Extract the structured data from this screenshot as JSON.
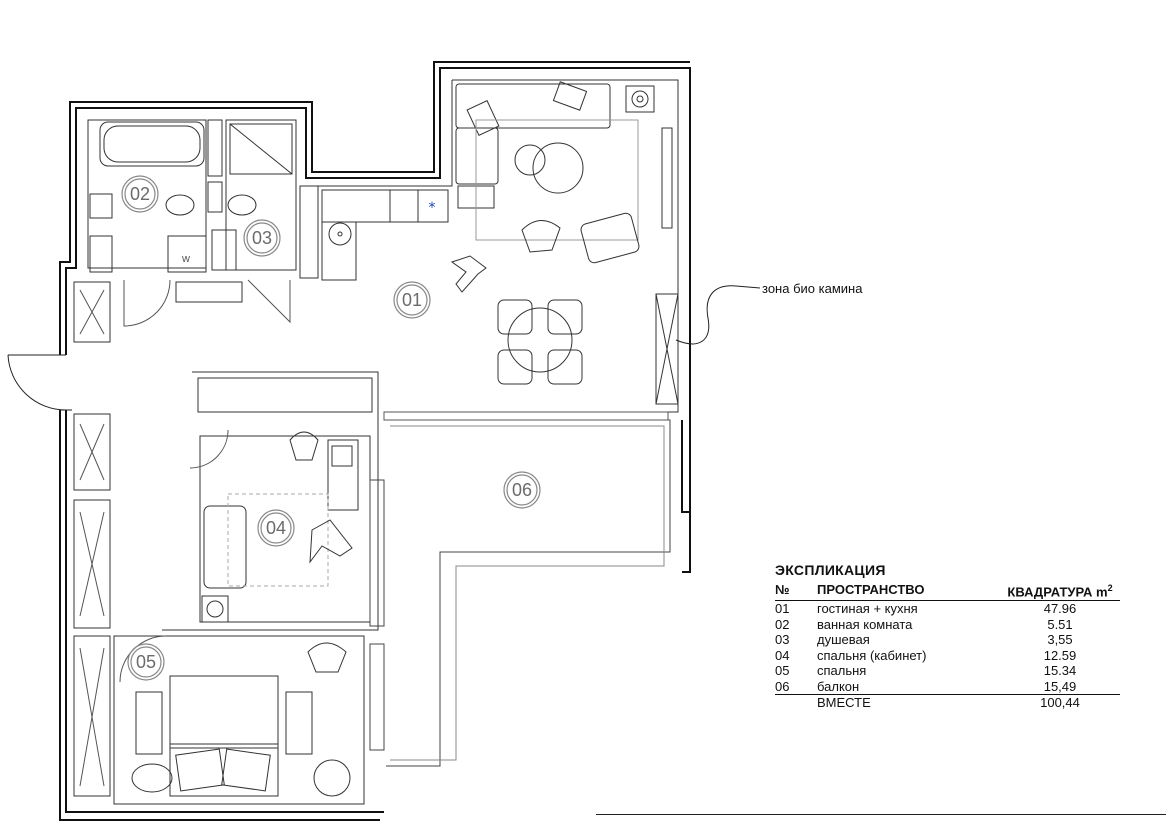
{
  "plan": {
    "rooms": [
      {
        "id": "room-01",
        "label": "01"
      },
      {
        "id": "room-02",
        "label": "02"
      },
      {
        "id": "room-03",
        "label": "03"
      },
      {
        "id": "room-04",
        "label": "04"
      },
      {
        "id": "room-05",
        "label": "05"
      },
      {
        "id": "room-06",
        "label": "06"
      }
    ],
    "annotation": "зона био камина",
    "wc_mark": "w"
  },
  "legend": {
    "title": "ЭКСПЛИКАЦИЯ",
    "headers": {
      "num": "№",
      "space": "ПРОСТРАНСТВО",
      "area": "КВАДРАТУРА m",
      "area_sup": "2"
    },
    "rows": [
      {
        "num": "01",
        "space": "гостиная + кухня",
        "area": "47.96"
      },
      {
        "num": "02",
        "space": "ванная комната",
        "area": "5.51"
      },
      {
        "num": "03",
        "space": "душевая",
        "area": "3,55"
      },
      {
        "num": "04",
        "space": "спальня (кабинет)",
        "area": "12.59"
      },
      {
        "num": "05",
        "space": "спальня",
        "area": "15.34"
      },
      {
        "num": "06",
        "space": "балкон",
        "area": "15,49"
      }
    ],
    "total_label": "ВМЕСТЕ",
    "total_area": "100,44"
  }
}
